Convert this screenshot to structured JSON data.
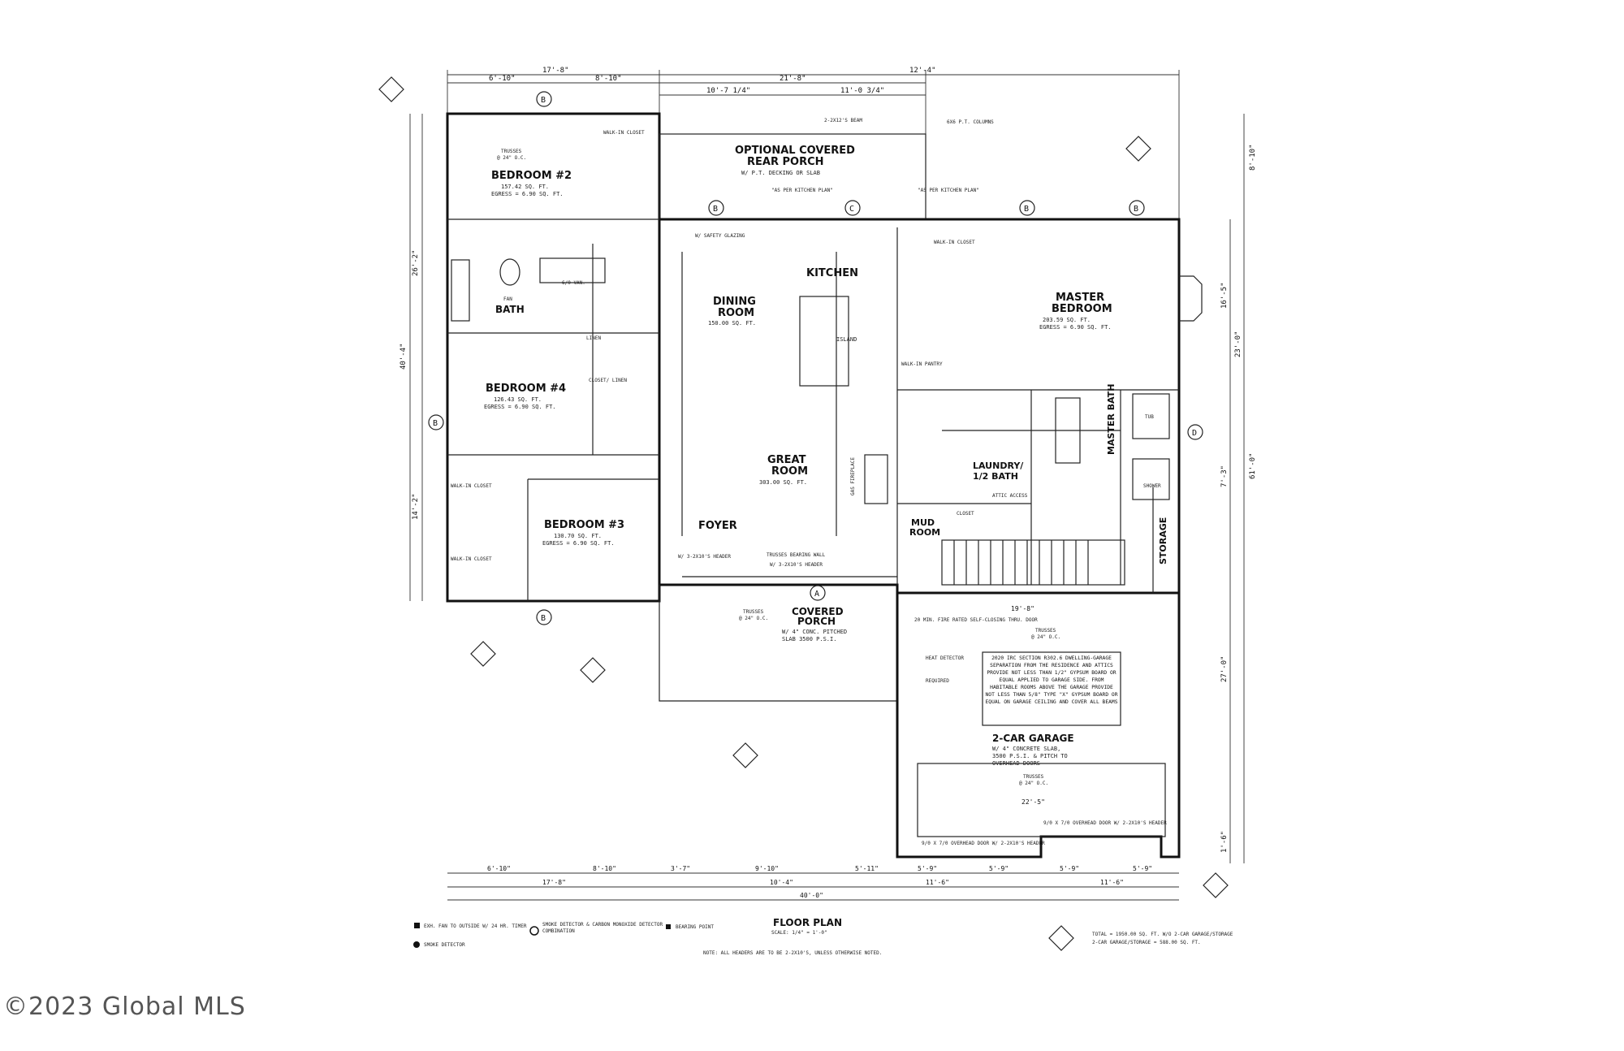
{
  "plan": {
    "title": "FLOOR PLAN",
    "scale": "SCALE: 1/4\" = 1'-0\"",
    "note": "NOTE: ALL HEADERS ARE TO BE 2-2X10'S, UNLESS OTHERWISE NOTED.",
    "totals": {
      "line1": "TOTAL = 1950.00 SQ. FT. W/O 2-CAR GARAGE/STORAGE",
      "line2": "2-CAR GARAGE/STORAGE = 588.00 SQ. FT."
    }
  },
  "rooms": {
    "bedroom2": {
      "name": "BEDROOM #2",
      "area": "157.42 SQ. FT.",
      "egress": "EGRESS = 6.90 SQ. FT."
    },
    "bath": {
      "name": "BATH"
    },
    "bedroom4": {
      "name": "BEDROOM #4",
      "area": "126.43 SQ. FT.",
      "egress": "EGRESS = 6.90 SQ. FT."
    },
    "bedroom3": {
      "name": "BEDROOM #3",
      "area": "130.70 SQ. FT.",
      "egress": "EGRESS = 6.90 SQ. FT."
    },
    "rear_porch": {
      "name1": "OPTIONAL COVERED",
      "name2": "REAR PORCH",
      "sub": "W/ P.T. DECKING OR SLAB"
    },
    "dining": {
      "name1": "DINING",
      "name2": "ROOM",
      "area": "150.00 SQ. FT."
    },
    "kitchen": {
      "name": "KITCHEN"
    },
    "great_room": {
      "name1": "GREAT",
      "name2": "ROOM",
      "area": "303.00 SQ. FT."
    },
    "foyer": {
      "name": "FOYER"
    },
    "master_bedroom": {
      "name1": "MASTER",
      "name2": "BEDROOM",
      "area": "203.59 SQ. FT.",
      "egress": "EGRESS = 6.90 SQ. FT."
    },
    "laundry": {
      "name1": "LAUNDRY/",
      "name2": "1/2 BATH"
    },
    "master_bath": {
      "name": "MASTER BATH"
    },
    "mud_room": {
      "name1": "MUD",
      "name2": "ROOM"
    },
    "storage": {
      "name": "STORAGE"
    },
    "covered_porch": {
      "name1": "COVERED",
      "name2": "PORCH",
      "sub1": "W/ 4\" CONC. PITCHED",
      "sub2": "SLAB 3500 P.S.I."
    },
    "garage": {
      "name": "2-CAR GARAGE",
      "sub1": "W/ 4\" CONCRETE SLAB,",
      "sub2": "3500 P.S.I. & PITCH TO",
      "sub3": "OVERHEAD DOORS"
    }
  },
  "labels": {
    "walk_in_closet": "WALK-IN CLOSET",
    "walk_in_pantry": "WALK-IN PANTRY",
    "linen": "LINEN",
    "closet_linen": "CLOSET/ LINEN",
    "trusses": "TRUSSES",
    "trusses_oc": "@ 24\" O.C.",
    "fan": "FAN",
    "island": "ISLAND",
    "gas_fireplace": "GAS FIREPLACE",
    "closet": "CLOSET",
    "van": "6/0 VAN.",
    "shower": "SHOWER",
    "tub": "TUB",
    "attic_access": "ATTIC ACCESS",
    "garage_note": "2020 IRC SECTION R302.6 DWELLING-GARAGE SEPARATION FROM THE RESIDENCE AND ATTICS PROVIDE NOT LESS THAN 1/2\" GYPSUM BOARD OR EQUAL APPLIED TO GARAGE SIDE. FROM HABITABLE ROOMS ABOVE THE GARAGE PROVIDE NOT LESS THAN 5/8\" TYPE \"X\" GYPSUM BOARD OR EQUAL ON GARAGE CEILING AND COVER ALL BEAMS",
    "heat_detector": "HEAT DETECTOR",
    "required": "REQUIRED",
    "fire_door": "20 MIN. FIRE RATED SELF-CLOSING THRU. DOOR",
    "overhead_door_left": "9/0 X 7/0 OVERHEAD DOOR W/ 2-2X10'S HEADER",
    "overhead_door_right": "9/0 X 7/0 OVERHEAD DOOR W/ 2-2X10'S HEADER",
    "bearing_wall": "TRUSSES BEARING WALL",
    "header_3": "W/ 3-2X10'S HEADER",
    "safety_glazing": "W/ SAFETY GLAZING",
    "beam": "2-2X12'S BEAM",
    "columns": "6X6 P.T. COLUMNS",
    "as_per_kitchen": "\"AS PER KITCHEN PLAN\""
  },
  "legend": [
    {
      "symbol": "square",
      "text": "EXH. FAN TO OUTSIDE W/ 24 HR. TIMER"
    },
    {
      "symbol": "smoke",
      "text": "SMOKE DETECTOR"
    },
    {
      "symbol": "combo",
      "text": "SMOKE DETECTOR & CARBON MONOXIDE DETECTOR COMBINATION"
    },
    {
      "symbol": "bearing",
      "text": "BEARING POINT"
    }
  ],
  "dims": {
    "overall_width": "40'-0\"",
    "overall_depth": "61'-0\"",
    "top_left": "17'-8\"",
    "top_mid": "21'-8\"",
    "top_right": "12'-4\"",
    "seg_6_10a": "6'-10\"",
    "seg_8_10a": "8'-10\"",
    "seg_10_7": "10'-7 1/4\"",
    "seg_11_0": "11'-0 3/4\"",
    "bot_6_10": "6'-10\"",
    "bot_8_10": "8'-10\"",
    "bot_3_7": "3'-7\"",
    "bot_9_10": "9'-10\"",
    "bot_5_11": "5'-11\"",
    "bot_5_9a": "5'-9\"",
    "bot_5_9b": "5'-9\"",
    "bot_5_9c": "5'-9\"",
    "bot_5_9d": "5'-9\"",
    "bot_17_8": "17'-8\"",
    "bot_10_4": "10'-4\"",
    "bot_11_6a": "11'-6\"",
    "bot_11_6b": "11'-6\"",
    "left_26_2": "26'-2\"",
    "left_40_4": "40'-4\"",
    "left_14_2": "14'-2\"",
    "right_8_10": "8'-10\"",
    "right_16_5": "16'-5\"",
    "right_23_0": "23'-0\"",
    "right_7_3": "7'-3\"",
    "right_27_0": "27'-0\"",
    "right_1_6": "1'-6\"",
    "garage_19_8": "19'-8\"",
    "garage_22_5": "22'-5\""
  },
  "sections": {
    "A": "A",
    "B": "B",
    "C": "C",
    "D": "D"
  },
  "watermark": "©2023 Global MLS"
}
